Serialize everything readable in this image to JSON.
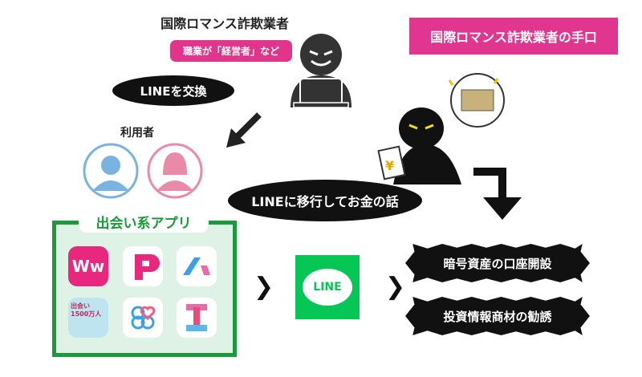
{
  "header": {
    "title": "国際ロマンス詐欺業者",
    "tag": "職業が「経営者」など",
    "heading": "国際ロマンス詐欺業者の手口"
  },
  "steps": {
    "exchange_line": "LINEを交換",
    "move_to_line": "LINEに移行してお金の話"
  },
  "users": {
    "label": "利用者"
  },
  "apps": {
    "label": "出会い系アプリ",
    "icon_text_ww": "Ww",
    "icon_text_ikukuru": "出会い1500万人"
  },
  "line": {
    "label": "LINE"
  },
  "outcomes": [
    "暗号資産の口座開設",
    "投資情報商材の勧誘"
  ],
  "colors": {
    "pink": "#e0358a",
    "green": "#1a9a3a",
    "line_green": "#06c755"
  }
}
